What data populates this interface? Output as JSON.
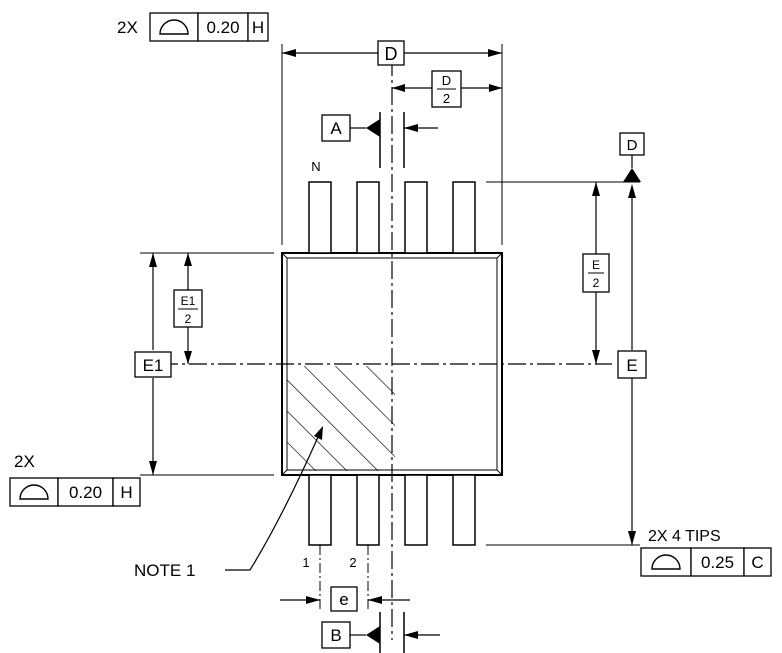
{
  "fcf_top": {
    "count": "2X",
    "value": "0.20",
    "datum": "H"
  },
  "fcf_left": {
    "count": "2X",
    "value": "0.20",
    "datum": "H"
  },
  "fcf_right": {
    "count": "2X 4 TIPS",
    "value": "0.25",
    "datum": "C"
  },
  "dims": {
    "D": "D",
    "D_half_num": "D",
    "D_half_den": "2",
    "E": "E",
    "E_half_num": "E",
    "E_half_den": "2",
    "E1": "E1",
    "E1_half_num": "E1",
    "E1_half_den": "2",
    "e": "e"
  },
  "datums": {
    "A": "A",
    "B": "B",
    "D": "D"
  },
  "pins": {
    "N": "N",
    "pin1": "1",
    "pin2": "2"
  },
  "note": "NOTE 1",
  "colors": {
    "ink": "#000000",
    "paper": "#ffffff"
  }
}
